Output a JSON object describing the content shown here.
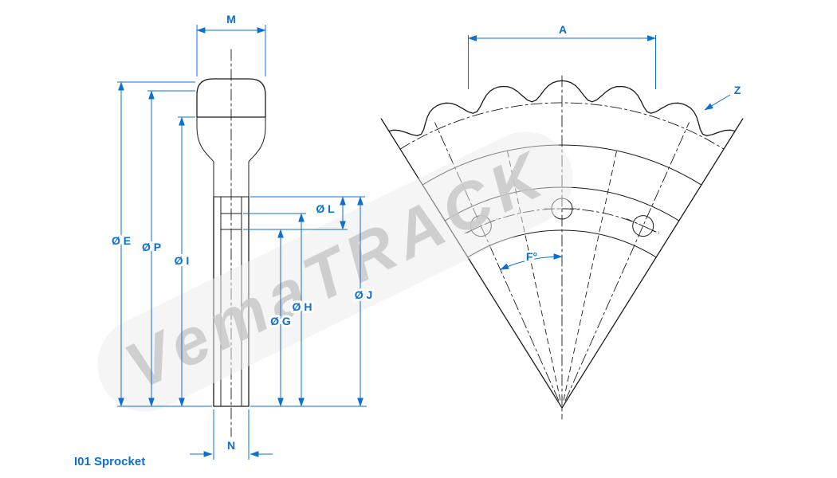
{
  "drawing": {
    "title": "I01 Sprocket",
    "watermark": "VemaTRACK",
    "colors": {
      "dimension_blue": "#0d6fd0",
      "line_black": "#1b1b1b",
      "watermark_gray": "#c9c9c9"
    },
    "section_view": {
      "labels": {
        "m": "M",
        "dia_e": "Ø E",
        "dia_p": "Ø P",
        "dia_i": "Ø I",
        "dia_l": "Ø L",
        "dia_h": "Ø H",
        "dia_g": "Ø G",
        "dia_j": "Ø J",
        "n": "N"
      }
    },
    "sector_view": {
      "labels": {
        "a": "A",
        "z": "Z",
        "f": "F°"
      }
    }
  }
}
